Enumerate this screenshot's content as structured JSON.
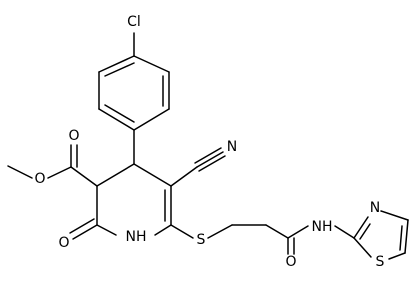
{
  "molecule": {
    "atoms": {
      "cl": "Cl",
      "o_ester_carbonyl": "O",
      "o_ester": "O",
      "n_nitrile": "N",
      "o_lactam": "O",
      "nh_ring": "NH",
      "s_thioether": "S",
      "o_amide": "O",
      "nh_amide": "NH",
      "n_thiazole": "N",
      "s_thiazole": "S"
    }
  }
}
